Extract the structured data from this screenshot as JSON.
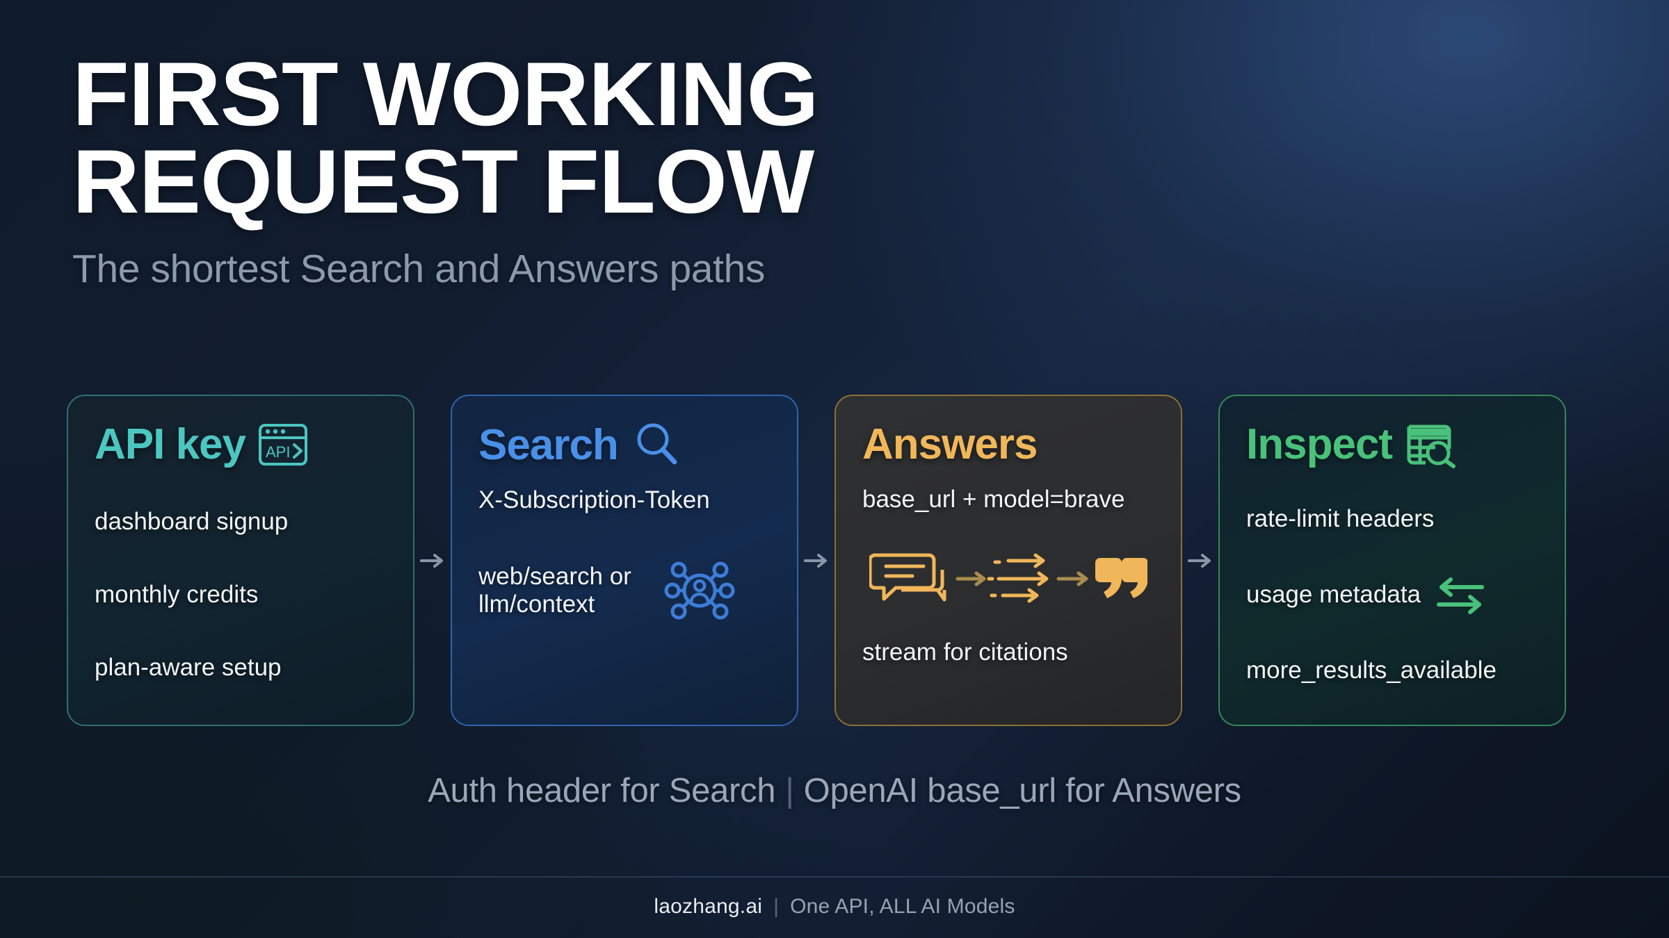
{
  "header": {
    "title": "FIRST WORKING\nREQUEST FLOW",
    "subtitle": "The shortest Search and Answers paths"
  },
  "colors": {
    "background_top_right": "#1e3252",
    "background_base": "#101b2b",
    "teal": "#4cc6c1",
    "blue": "#4a90e8",
    "amber": "#f0b75a",
    "green": "#49c17a",
    "body_text": "#f2f5f8",
    "subtitle_text": "#8d9aab",
    "connector_arrow": "#8a97a8"
  },
  "cards": [
    {
      "id": "api-key",
      "title": "API key",
      "accent": "#4cc6c1",
      "title_icon": "browser-api-window-icon",
      "title_icon_label": "API >",
      "bullets": [
        {
          "text": "dashboard signup",
          "icon": null
        },
        {
          "text": "monthly credits",
          "icon": null
        },
        {
          "text": "plan-aware setup",
          "icon": null
        }
      ]
    },
    {
      "id": "search",
      "title": "Search",
      "accent": "#4a90e8",
      "title_icon": "magnifier-icon",
      "title_icon_label": "",
      "bullets": [
        {
          "text": "X-Subscription-Token",
          "icon": null
        },
        {
          "text": "web/search or llm/context",
          "icon": "network-hub-user-icon"
        }
      ]
    },
    {
      "id": "answers",
      "title": "Answers",
      "accent": "#f0b75a",
      "title_icon": null,
      "title_icon_label": "",
      "bullets": [
        {
          "text": "base_url + model=brave",
          "icon": null
        },
        {
          "text": "",
          "icon": "chat-stream-quote-sequence-icon"
        },
        {
          "text": "stream for citations",
          "icon": null
        }
      ]
    },
    {
      "id": "inspect",
      "title": "Inspect",
      "accent": "#49c17a",
      "title_icon": "table-magnifier-icon",
      "title_icon_label": "",
      "bullets": [
        {
          "text": "rate-limit headers",
          "icon": null
        },
        {
          "text": "usage metadata",
          "icon": "exchange-arrows-icon"
        },
        {
          "text": "more_results_available",
          "icon": null
        }
      ]
    }
  ],
  "connectors": [
    {
      "icon": "arrow-right-icon"
    },
    {
      "icon": "arrow-right-icon"
    },
    {
      "icon": "arrow-right-icon"
    }
  ],
  "tagline": {
    "left": "Auth header for Search",
    "separator": "|",
    "right": "OpenAI base_url for Answers"
  },
  "footer": {
    "brand": "laozhang.ai",
    "separator": "|",
    "tagline": "One API, ALL AI Models"
  }
}
